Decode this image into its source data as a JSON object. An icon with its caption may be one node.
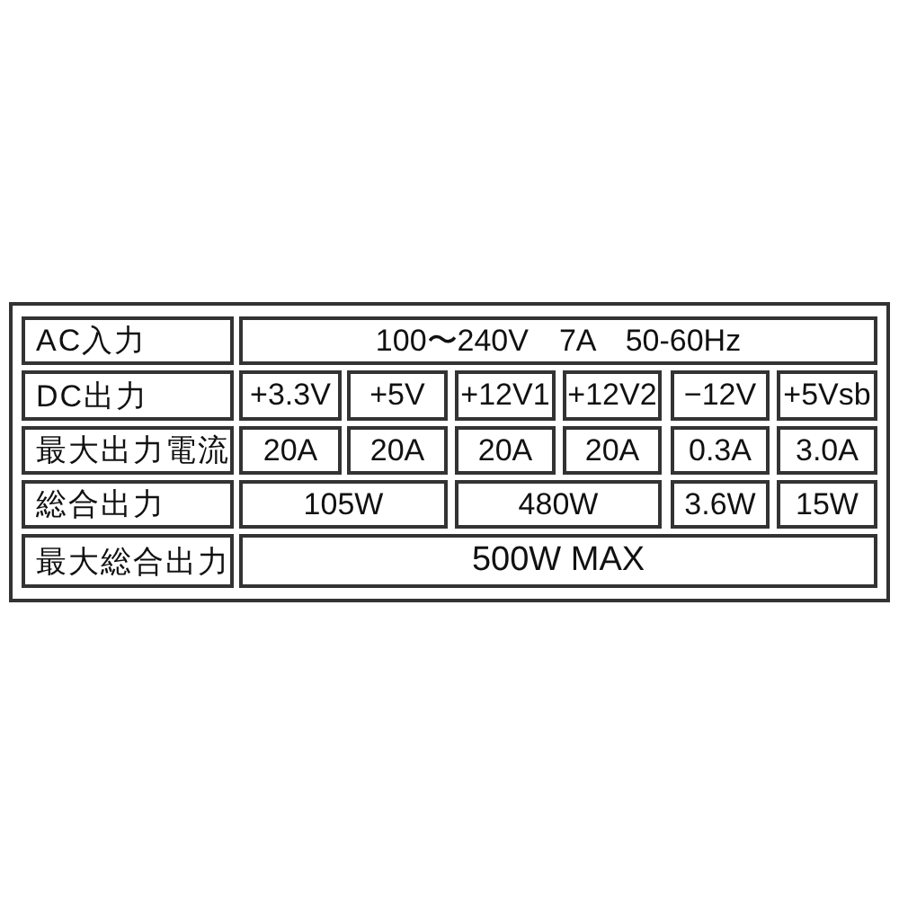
{
  "diagram": {
    "nodes": [
      {
        "text": [],
        "shape": "box"
      },
      {
        "text": [
          "AC入力"
        ],
        "in": 0
      },
      {
        "text": [
          "100〜240V　7A　50-60Hz"
        ],
        "in": 0
      },
      {
        "text": [
          "DC出力"
        ],
        "in": 0
      },
      {
        "text": [
          "+3.3V"
        ],
        "in": 0
      },
      {
        "text": [
          "+5V"
        ],
        "in": 0
      },
      {
        "text": [
          "+12V1"
        ],
        "in": 0
      },
      {
        "text": [
          "+12V2"
        ],
        "in": 0
      },
      {
        "text": [
          "−12V"
        ],
        "in": 0
      },
      {
        "text": [
          "+5Vsb"
        ],
        "in": 0
      },
      {
        "text": [
          "最大出力電流"
        ],
        "in": 0
      },
      {
        "text": [
          "20A"
        ],
        "in": 0
      },
      {
        "text": [
          "20A"
        ],
        "in": 0
      },
      {
        "text": [
          "20A"
        ],
        "in": 0
      },
      {
        "text": [
          "20A"
        ],
        "in": 0
      },
      {
        "text": [
          "0.3A"
        ],
        "in": 0
      },
      {
        "text": [
          "3.0A"
        ],
        "in": 0
      },
      {
        "text": [
          "総合出力"
        ],
        "in": 0
      },
      {
        "text": [
          "105W"
        ],
        "in": 0
      },
      {
        "text": [
          "480W"
        ],
        "in": 0
      },
      {
        "text": [
          "3.6W"
        ],
        "in": 0
      },
      {
        "text": [
          "15W"
        ],
        "in": 0
      },
      {
        "text": [
          "最大総合出力"
        ],
        "in": 0
      },
      {
        "text": [
          "500W MAX"
        ],
        "in": 0
      }
    ]
  }
}
